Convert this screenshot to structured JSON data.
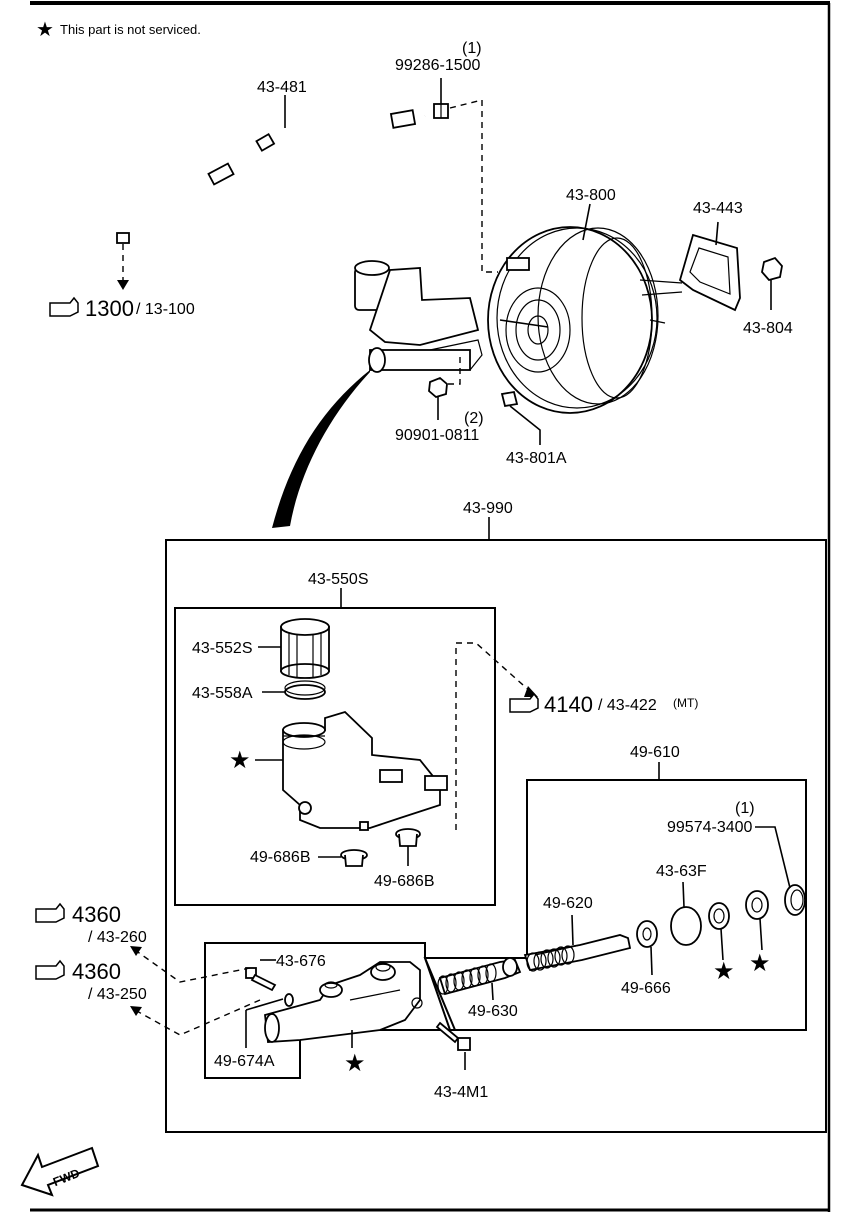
{
  "note": {
    "symbol": "★",
    "text": "This part is not serviced."
  },
  "parts": {
    "p43_481": "43-481",
    "p99286_qty": "(1)",
    "p99286": "99286-1500",
    "p43_800": "43-800",
    "p43_443": "43-443",
    "p43_804": "43-804",
    "p90901_qty": "(2)",
    "p90901": "90901-0811",
    "p43_801A": "43-801A",
    "p43_990": "43-990",
    "p43_550S": "43-550S",
    "p43_552S": "43-552S",
    "p43_558A": "43-558A",
    "p49_686B_a": "49-686B",
    "p49_686B_b": "49-686B",
    "p49_610": "49-610",
    "p99574_qty": "(1)",
    "p99574": "99574-3400",
    "p43_63F": "43-63F",
    "p49_620": "49-620",
    "p49_666": "49-666",
    "p49_630": "49-630",
    "p43_676": "43-676",
    "p49_674A": "49-674A",
    "p43_4M1": "43-4M1"
  },
  "refs": {
    "r1": {
      "num": "1300",
      "sub": "/ 13-100"
    },
    "r2": {
      "num": "4140",
      "sub": "/ 43-422",
      "suffix": "(MT)"
    },
    "r3": {
      "num": "4360",
      "sub": "/ 43-260"
    },
    "r4": {
      "num": "4360",
      "sub": "/ 43-250"
    }
  },
  "fwd_label": "FWD"
}
